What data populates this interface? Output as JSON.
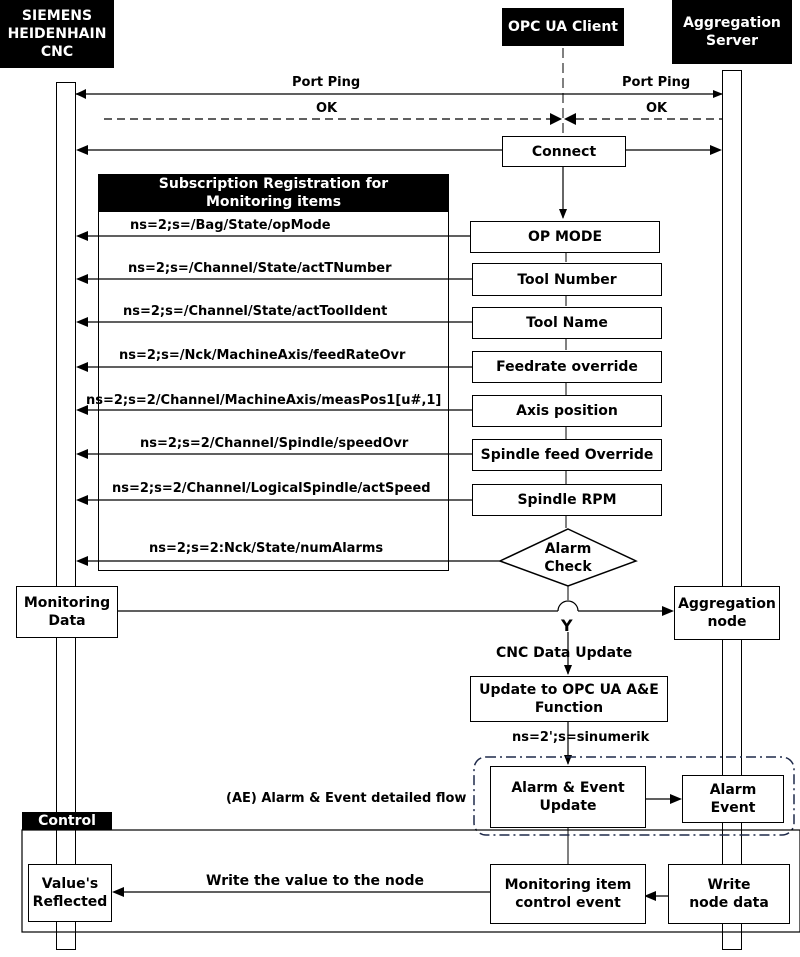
{
  "lanes": {
    "cnc": "SIEMENS\nHEIDENHAIN\nCNC",
    "client": "OPC UA Client",
    "server": "Aggregation\nServer"
  },
  "messages": {
    "port_ping_left": "Port Ping",
    "port_ping_right": "Port Ping",
    "ok_left": "OK",
    "ok_right": "OK"
  },
  "boxes": {
    "connect": "Connect",
    "subscription_title": "Subscription Registration for\nMonitoring items",
    "op_mode": "OP MODE",
    "tool_number": "Tool Number",
    "tool_name": "Tool Name",
    "feedrate": "Feedrate override",
    "axis_position": "Axis position",
    "spindle_feed": "Spindle feed Override",
    "spindle_rpm": "Spindle RPM",
    "alarm_check": "Alarm\nCheck",
    "monitoring_data": "Monitoring\nData",
    "aggregation_node": "Aggregation\nnode",
    "update_ae": "Update to OPC UA A&E\nFunction",
    "ae_update": "Alarm & Event\nUpdate",
    "alarm_event": "Alarm\nEvent",
    "control_title": "Control",
    "values_reflected": "Value's\nReflected",
    "monitoring_control": "Monitoring item\ncontrol event",
    "write_node": "Write\nnode data"
  },
  "node_ids": {
    "op_mode": "ns=2;s=/Bag/State/opMode",
    "tool_number": "ns=2;s=/Channel/State/actTNumber",
    "tool_name": "ns=2;s=/Channel/State/actToolIdent",
    "feedrate": "ns=2;s=/Nck/MachineAxis/feedRateOvr",
    "axis_position": "ns=2;s=2/Channel/MachineAxis/measPos1[u#,1]",
    "spindle_feed": "ns=2;s=2/Channel/Spindle/speedOvr",
    "spindle_rpm": "ns=2;s=2/Channel/LogicalSpindle/actSpeed",
    "alarms": "ns=2;s=2:Nck/State/numAlarms"
  },
  "labels": {
    "y": "Y",
    "cnc_data_update": "CNC Data Update",
    "sinumerik": "ns=2';s=sinumerik",
    "ae_flow": "(AE) Alarm & Event detailed flow",
    "write_value": "Write the value to the node"
  }
}
